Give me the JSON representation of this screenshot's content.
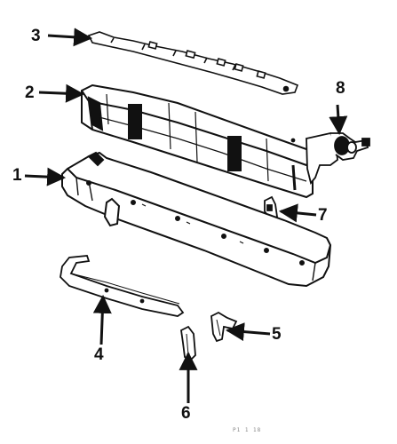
{
  "callouts": {
    "c1": "1",
    "c2": "2",
    "c3": "3",
    "c4": "4",
    "c5": "5",
    "c6": "6",
    "c7": "7",
    "c8": "8"
  },
  "footer_code": "P1 1 18",
  "colors": {
    "ink": "#111111",
    "paper": "#ffffff"
  }
}
